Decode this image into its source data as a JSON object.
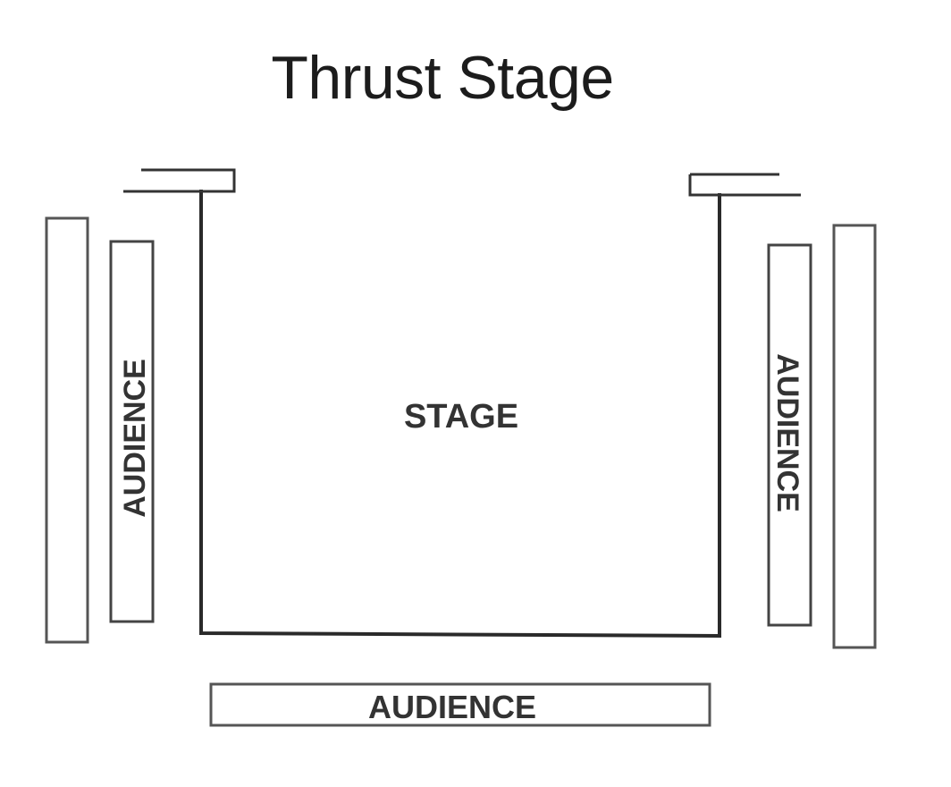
{
  "title": "Thrust Stage",
  "stage": {
    "label": "STAGE"
  },
  "audience_left": {
    "label": "AUDIENCE"
  },
  "audience_right": {
    "label": "AUDIENCE"
  },
  "audience_bottom": {
    "label": "AUDIENCE"
  }
}
